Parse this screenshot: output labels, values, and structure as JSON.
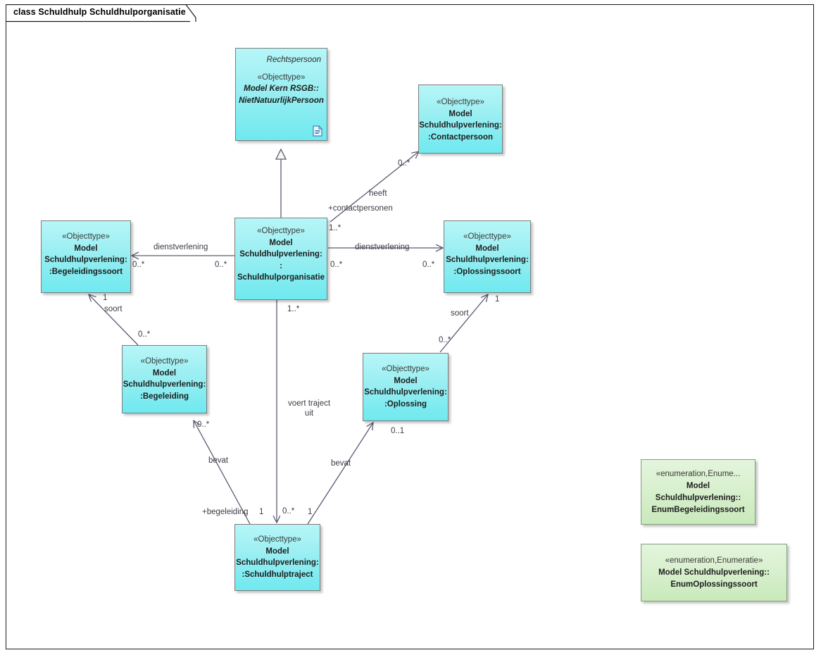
{
  "frame": {
    "title": "class Schuldhulp Schuldhulporganisatie"
  },
  "palette": {
    "class_fill": "#9defF2",
    "class_border": "#7b7b7b",
    "enum_fill": "#d6efcb",
    "enum_border": "#7f9e7f",
    "connector": "#5a5a72",
    "label_text": "#3b3b46"
  },
  "classes": [
    {
      "id": "rechtspersoon",
      "title": "Rechtspersoon",
      "stereotype": "«Objecttype»",
      "name_line1": "Model Kern RSGB::",
      "name_line2": "NietNatuurlijkPersoon",
      "icon": "document-icon"
    },
    {
      "id": "contactpersoon",
      "stereotype": "«Objecttype»",
      "name_line1": "Model",
      "name_line2": "Schuldhulpverlening:",
      "name_line3": ":Contactpersoon"
    },
    {
      "id": "schuldhulporganisatie",
      "stereotype": "«Objecttype»",
      "name_line1": "Model",
      "name_line2": "Schuldhulpverlening:",
      "name_line3": ":",
      "name_line4": "Schuldhulporganisatie"
    },
    {
      "id": "begeleidingssoort",
      "stereotype": "«Objecttype»",
      "name_line1": "Model",
      "name_line2": "Schuldhulpverlening:",
      "name_line3": ":Begeleidingssoort"
    },
    {
      "id": "oplossingssoort",
      "stereotype": "«Objecttype»",
      "name_line1": "Model",
      "name_line2": "Schuldhulpverlening:",
      "name_line3": ":Oplossingssoort"
    },
    {
      "id": "begeleiding",
      "stereotype": "«Objecttype»",
      "name_line1": "Model",
      "name_line2": "Schuldhulpverlening:",
      "name_line3": ":Begeleiding"
    },
    {
      "id": "oplossing",
      "stereotype": "«Objecttype»",
      "name_line1": "Model",
      "name_line2": "Schuldhulpverlening:",
      "name_line3": ":Oplossing"
    },
    {
      "id": "schuldhulptraject",
      "stereotype": "«Objecttype»",
      "name_line1": "Model",
      "name_line2": "Schuldhulpverlening:",
      "name_line3": ":Schuldhulptraject"
    }
  ],
  "enumerations": [
    {
      "id": "enumbegeleidingssoort",
      "stereotype": "«enumeration,Enume...",
      "name_line1": "Model",
      "name_line2": "Schuldhulpverlening::",
      "name_line3": "EnumBegeleidingssoort"
    },
    {
      "id": "enumoplossingssoort",
      "stereotype": "«enumeration,Enumeratie»",
      "name_line1": "Model Schuldhulpverlening::",
      "name_line2": "EnumOplossingssoort"
    }
  ],
  "connector_labels": {
    "heeft": "heeft",
    "contactpersonen_role": "+contactpersonen",
    "contactpersoon_mult_target": "0..*",
    "org_mult_heeft": "1..*",
    "dienstverlening_left": "dienstverlening",
    "begeleidingssoort_mult": "0..*",
    "org_mult_left": "0..*",
    "dienstverlening_right": "dienstverlening",
    "org_mult_right": "0..*",
    "oplossingssoort_mult": "0..*",
    "soort_left": "soort",
    "begeleidingssoort_soort_mult": "1",
    "begeleiding_soort_mult": "0..*",
    "soort_right": "soort",
    "oplossingssoort_soort_mult": "1",
    "oplossing_soort_mult": "0..*",
    "voert_traject_uit_line1": "voert traject",
    "voert_traject_uit_line2": "uit",
    "org_mult_traject": "1..*",
    "traject_mult_voert": "0..*",
    "bevat_left": "bevat",
    "begeleiding_bevat_mult": "0..*",
    "begeleiding_role": "+begeleiding",
    "traject_mult_bevat_left": "1",
    "bevat_right": "bevat",
    "oplossing_bevat_mult": "0..1",
    "traject_mult_bevat_right": "1"
  }
}
